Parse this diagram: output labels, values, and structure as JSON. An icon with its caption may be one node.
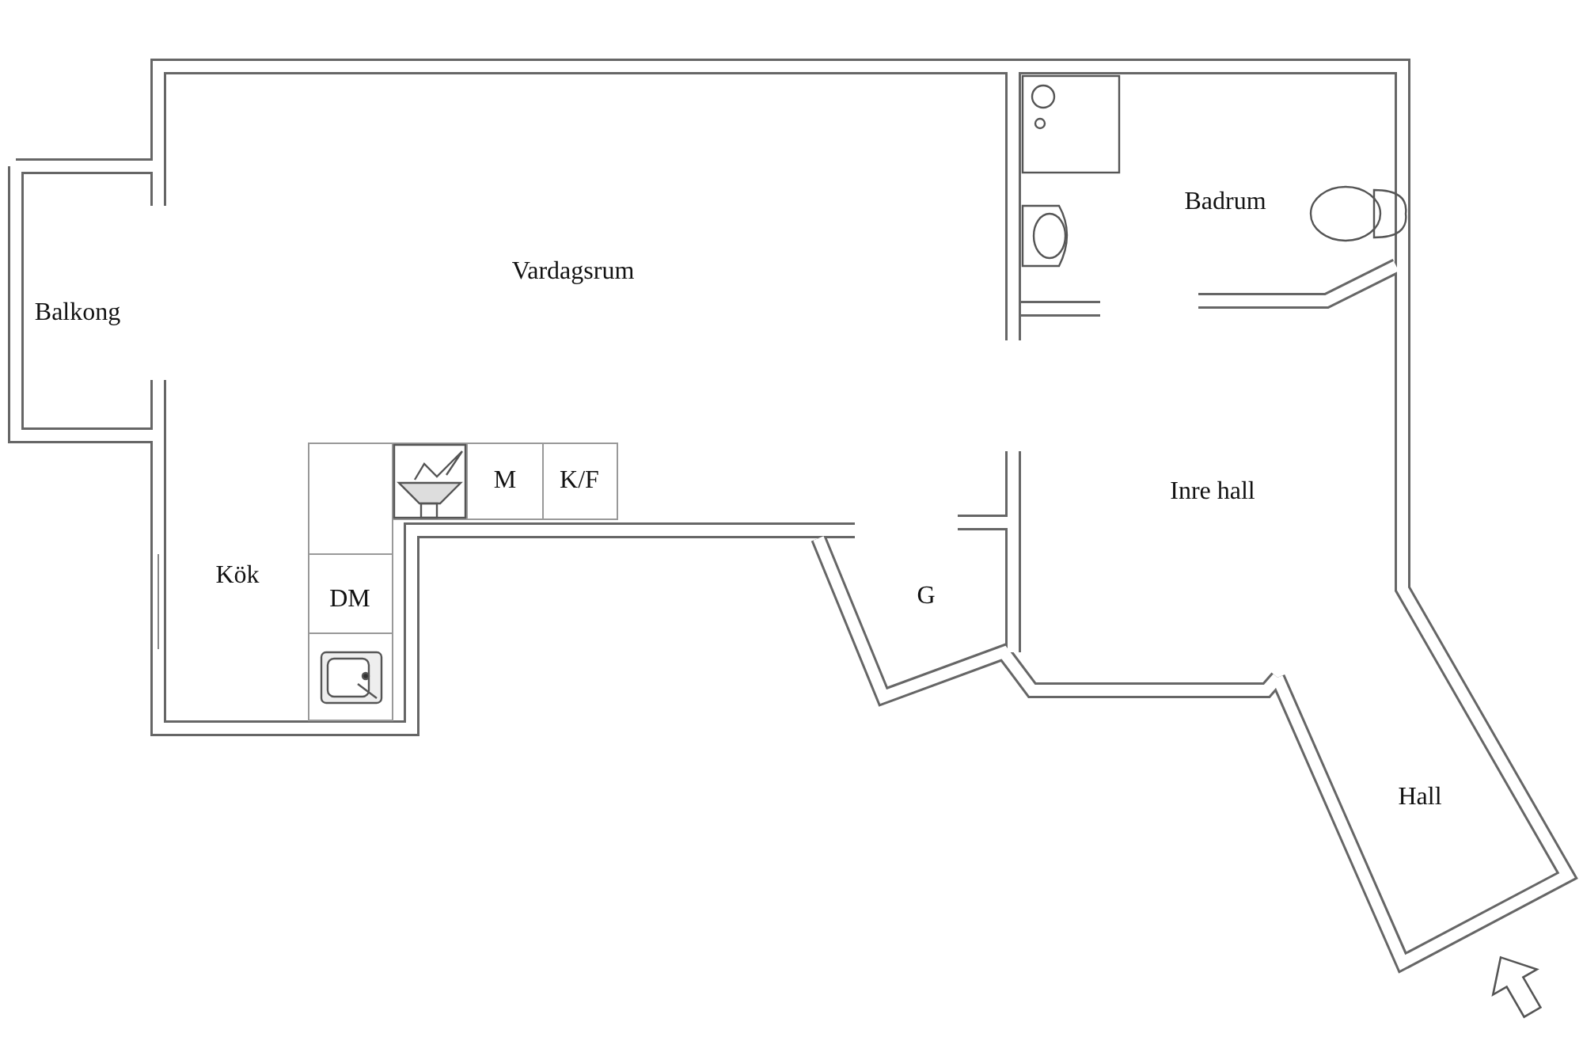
{
  "diagram": {
    "labels": [
      "Badrum",
      "Vardagsrum",
      "Balkong",
      "M",
      "K/F",
      "Inre hall",
      "Kök",
      "G",
      "DM",
      "Hall"
    ]
  }
}
